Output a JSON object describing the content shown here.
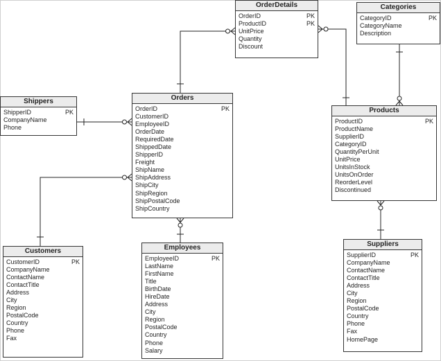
{
  "entities": {
    "orderdetails": {
      "name": "OrderDetails",
      "pk": "PK",
      "attrs": [
        "OrderID",
        "ProductID",
        "UnitPrice",
        "Quantity",
        "Discount"
      ]
    },
    "categories": {
      "name": "Categories",
      "pk": "PK",
      "attrs": [
        "CategoryID",
        "CategoryName",
        "Description"
      ]
    },
    "shippers": {
      "name": "Shippers",
      "pk": "PK",
      "attrs": [
        "ShipperID",
        "CompanyName",
        "Phone"
      ]
    },
    "orders": {
      "name": "Orders",
      "pk": "PK",
      "attrs": [
        "OrderID",
        "CustomerID",
        "EmployeeID",
        "OrderDate",
        "RequiredDate",
        "ShippedDate",
        "ShipperID",
        "Freight",
        "ShipName",
        "ShipAddress",
        "ShipCity",
        "ShipRegion",
        "ShipPostalCode",
        "ShipCountry"
      ]
    },
    "products": {
      "name": "Products",
      "pk": "PK",
      "attrs": [
        "ProductID",
        "ProductName",
        "SupplierID",
        "CategoryID",
        "QuantityPerUnit",
        "UnitPrice",
        "UnitsInStock",
        "UnitsOnOrder",
        "ReorderLevel",
        "Discontinued"
      ]
    },
    "customers": {
      "name": "Customers",
      "pk": "PK",
      "attrs": [
        "CustomerID",
        "CompanyName",
        "ContactName",
        "ContactTitle",
        "Address",
        "City",
        "Region",
        "PostalCode",
        "Country",
        "Phone",
        "Fax"
      ]
    },
    "employees": {
      "name": "Employees",
      "pk": "PK",
      "attrs": [
        "EmployeeID",
        "LastName",
        "FirstName",
        "Title",
        "BirthDate",
        "HireDate",
        "Address",
        "City",
        "Region",
        "PostalCode",
        "Country",
        "Phone",
        "Salary"
      ]
    },
    "suppliers": {
      "name": "Suppliers",
      "pk": "PK",
      "attrs": [
        "SupplierID",
        "CompanyName",
        "ContactName",
        "ContactTitle",
        "Address",
        "City",
        "Region",
        "PostalCode",
        "Country",
        "Phone",
        "Fax",
        "HomePage"
      ]
    }
  },
  "relationships": [
    {
      "from": "Orders",
      "to": "OrderDetails",
      "one_end": "Orders",
      "many_end": "OrderDetails"
    },
    {
      "from": "Products",
      "to": "OrderDetails",
      "one_end": "Products",
      "many_end": "OrderDetails"
    },
    {
      "from": "Categories",
      "to": "Products",
      "one_end": "Categories",
      "many_end": "Products"
    },
    {
      "from": "Shippers",
      "to": "Orders",
      "one_end": "Shippers",
      "many_end": "Orders"
    },
    {
      "from": "Customers",
      "to": "Orders",
      "one_end": "Customers",
      "many_end": "Orders"
    },
    {
      "from": "Employees",
      "to": "Orders",
      "one_end": "Employees",
      "many_end": "Orders"
    },
    {
      "from": "Suppliers",
      "to": "Products",
      "one_end": "Suppliers",
      "many_end": "Products"
    }
  ]
}
